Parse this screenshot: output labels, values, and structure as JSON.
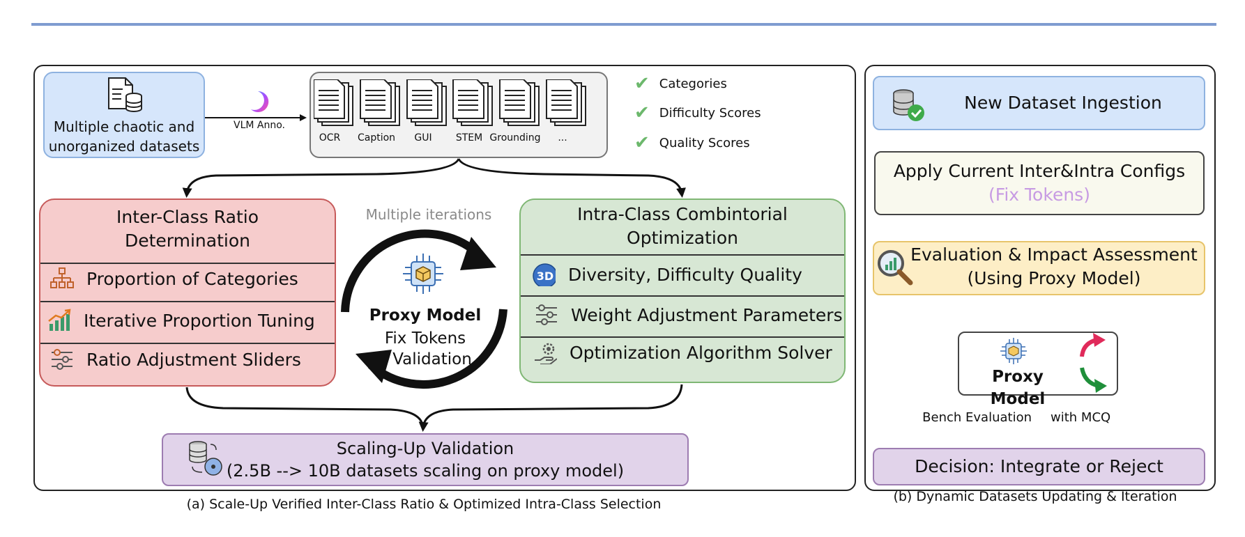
{
  "left_panel": {
    "source": {
      "label": "Multiple chaotic and unorganized datasets"
    },
    "annotation": {
      "label": "VLM Anno."
    },
    "data_types": [
      "OCR",
      "Caption",
      "GUI",
      "STEM",
      "Grounding",
      "..."
    ],
    "checklist": [
      "Categories",
      "Difficulty Scores",
      "Quality Scores"
    ],
    "inter_class": {
      "title_line1": "Inter-Class Ratio",
      "title_line2": "Determination",
      "items": [
        {
          "label": "Proportion of Categories",
          "icon": "hierarchy-icon"
        },
        {
          "label": "Iterative Proportion Tuning",
          "icon": "growth-chart-icon"
        },
        {
          "label": "Ratio Adjustment Sliders",
          "icon": "sliders-icon"
        }
      ]
    },
    "loop": {
      "label": "Multiple iterations",
      "proxy_title": "Proxy Model",
      "proxy_sub1": "Fix Tokens",
      "proxy_sub2": "Validation"
    },
    "intra_class": {
      "title_line1": "Intra-Class Combintorial",
      "title_line2": "Optimization",
      "items": [
        {
          "label": "Diversity, Difficulty Quality",
          "icon": "3d-icon"
        },
        {
          "label": "Weight Adjustment Parameters",
          "icon": "sliders-icon"
        },
        {
          "label": "Optimization Algorithm Solver",
          "icon": "gear-hand-icon"
        }
      ]
    },
    "scaling": {
      "line1": "Scaling-Up Validation",
      "line2": "(2.5B --> 10B datasets scaling on proxy model)"
    },
    "caption": "(a) Scale-Up Verified Inter-Class Ratio & Optimized Intra-Class Selection"
  },
  "right_panel": {
    "step1": "New Dataset Ingestion",
    "step2_line1": "Apply Current Inter&Intra Configs",
    "step2_line2": "(Fix Tokens)",
    "step3_line1": "Evaluation & Impact Assessment",
    "step3_line2": "(Using Proxy Model)",
    "proxy": "Proxy Model",
    "bench_left": "Bench Evaluation",
    "bench_right": "with MCQ",
    "decision": "Decision: Integrate or Reject",
    "caption": "(b) Dynamic Datasets Updating & Iteration"
  },
  "colors": {
    "blue_fill": "#d6e6fb",
    "red_fill": "#f6cccc",
    "green_fill": "#d7e7d4",
    "purple_fill": "#e1d3ea",
    "yellow_fill": "#fdeec6",
    "fix_tokens_text": "#c79be3",
    "check": "#6cb86c"
  }
}
